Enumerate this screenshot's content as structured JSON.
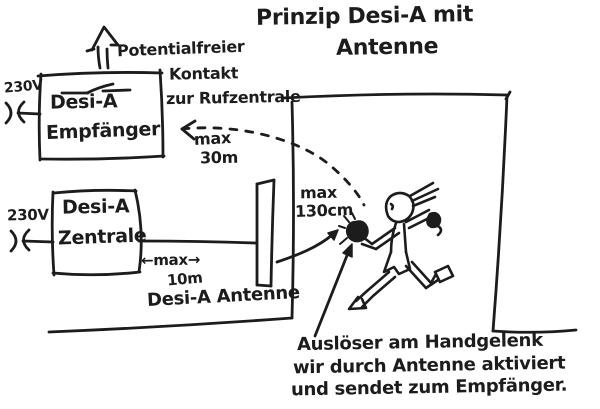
{
  "colors": {
    "ink": "#1c1c1c",
    "background": "#ffffff"
  },
  "title": {
    "line1": "Prinzip Desi-A mit",
    "line2": "Antenne"
  },
  "receiver": {
    "voltage_label": "230V",
    "name_line1": "Desi-A",
    "name_line2": "Empfänger"
  },
  "contact_note": {
    "line1": "Potentialfreier",
    "line2": "Kontakt",
    "line3": "zur Rufzentrale"
  },
  "receiver_range": {
    "line1": "max",
    "line2": "30m"
  },
  "central": {
    "voltage_label": "230V",
    "name_line1": "Desi-A",
    "name_line2": "Zentrale"
  },
  "cable_range": {
    "arrows_label": "←max→",
    "length": "10m"
  },
  "antenna_label": "Desi-A  Antenne",
  "wrist_range": {
    "line1": "max",
    "line2": "130cm"
  },
  "caption": {
    "line1": "Auslöser am Handgelenk",
    "line2": "wir durch Antenne aktiviert",
    "line3": "und sendet zum Empfänger."
  }
}
